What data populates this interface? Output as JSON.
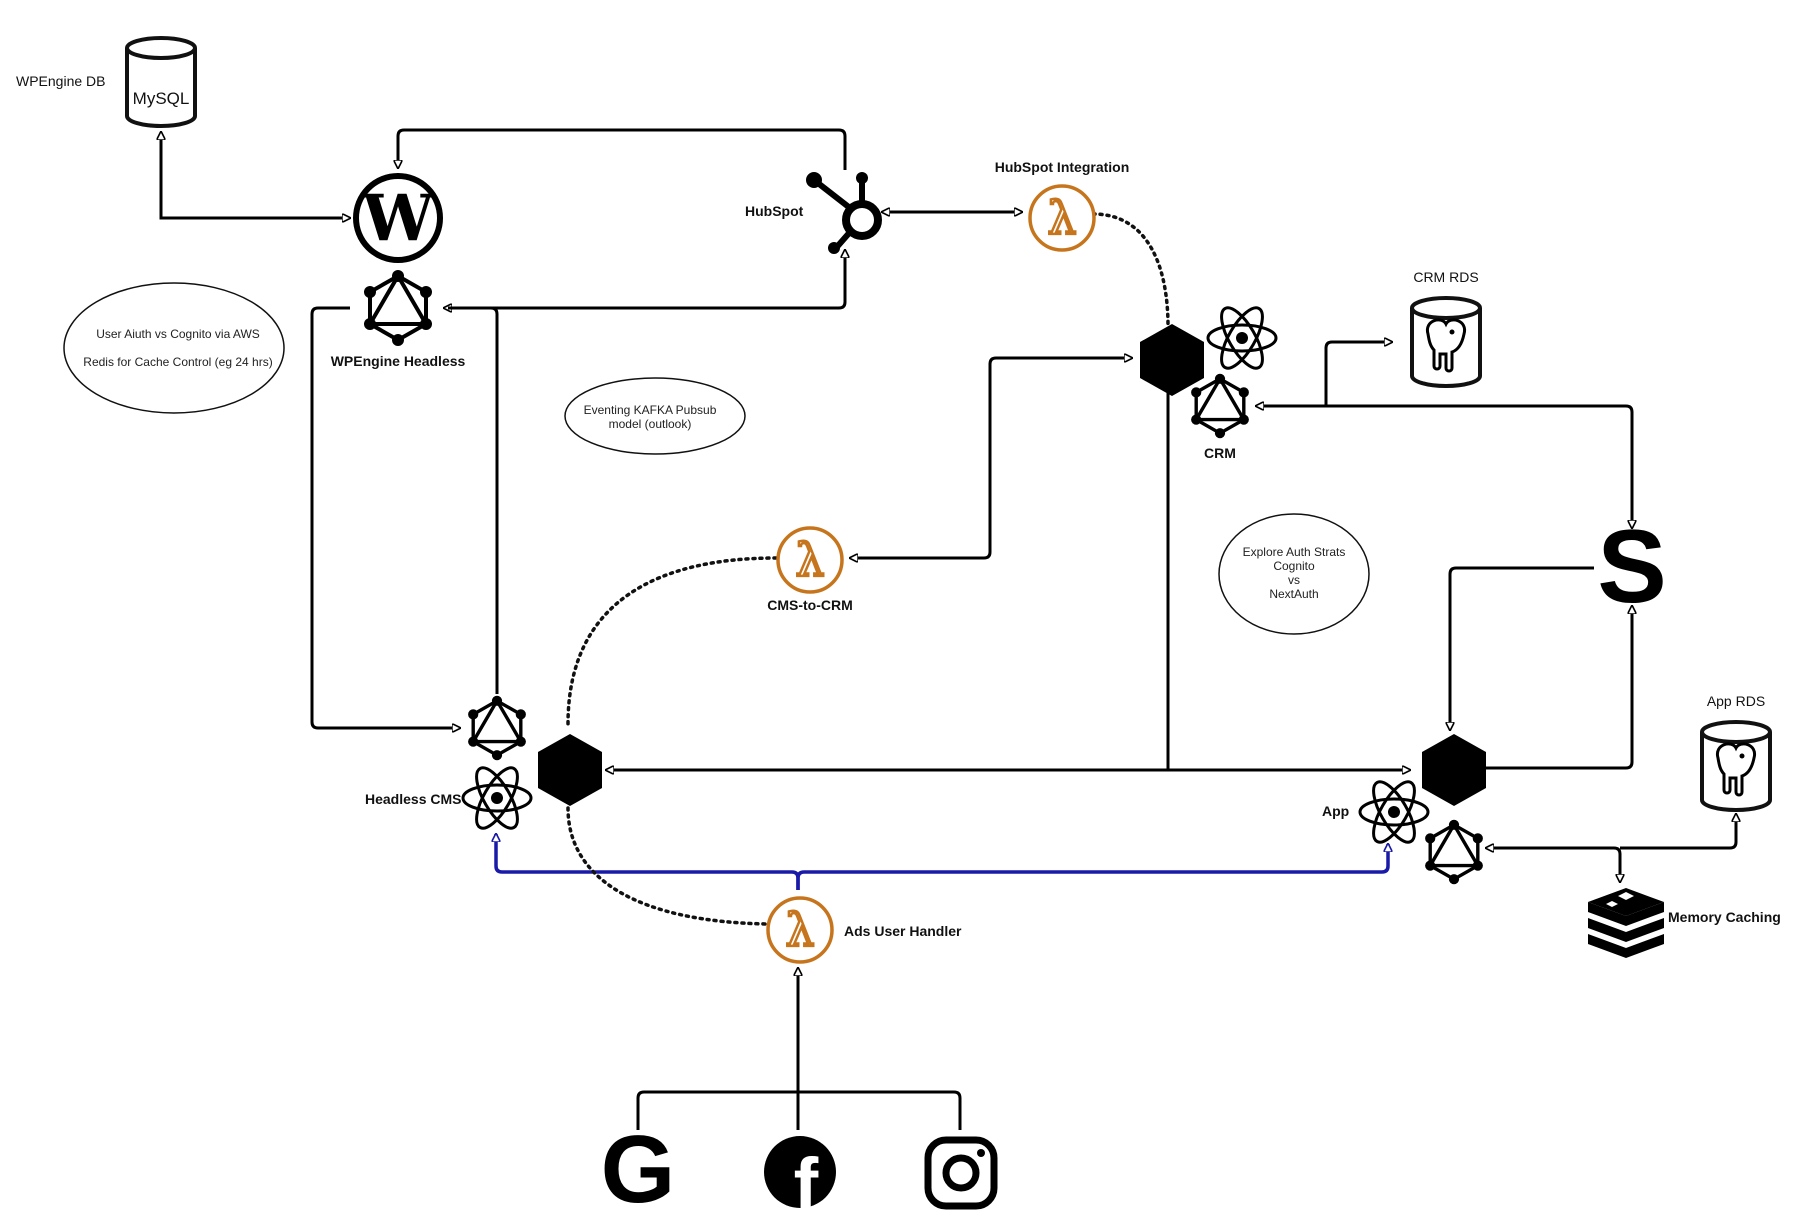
{
  "nodes": {
    "wpengine_db": {
      "label": "WPEngine DB",
      "db_text": "MySQL"
    },
    "wordpress": {
      "label": "WPEngine Headless",
      "glyph": "W"
    },
    "hubspot": {
      "label": "HubSpot"
    },
    "hubspot_integration": {
      "label": "HubSpot Integration"
    },
    "crm": {
      "label": "CRM"
    },
    "crm_rds": {
      "label": "CRM RDS"
    },
    "cms_to_crm": {
      "label": "CMS-to-CRM"
    },
    "headless_cms": {
      "label": "Headless CMS"
    },
    "stripe": {
      "glyph": "S"
    },
    "app": {
      "label": "App"
    },
    "app_rds": {
      "label": "App RDS"
    },
    "memory_caching": {
      "label": "Memory Caching"
    },
    "ads_user_handler": {
      "label": "Ads User Handler"
    },
    "google": {
      "glyph": "G"
    },
    "facebook": {
      "glyph": "f"
    },
    "instagram": {}
  },
  "notes": {
    "auth_note": {
      "line1": "User Aiuth vs Cognito via AWS",
      "line2": "Redis for Cache Control (eg 24 hrs)"
    },
    "kafka_note": {
      "line1": "Eventing KAFKA Pubsub",
      "line2": "model (outlook)"
    },
    "auth_strats_note": {
      "line1": "Explore Auth Strats",
      "line2": "Cognito",
      "line3": "vs",
      "line4": "NextAuth"
    }
  },
  "icons": {
    "lambda": "lambda-icon",
    "graphql": "graphql-icon",
    "react": "react-icon",
    "hexagon": "hexagon-node-icon",
    "database": "database-icon",
    "redis": "redis-icon",
    "hubspot": "hubspot-icon",
    "wordpress": "wordpress-icon",
    "stripe": "stripe-icon",
    "google": "google-icon",
    "facebook": "facebook-icon",
    "instagram": "instagram-icon"
  },
  "colors": {
    "lambda": "#c7751d",
    "blue_edge": "#1a1aa8",
    "line": "#000000"
  }
}
